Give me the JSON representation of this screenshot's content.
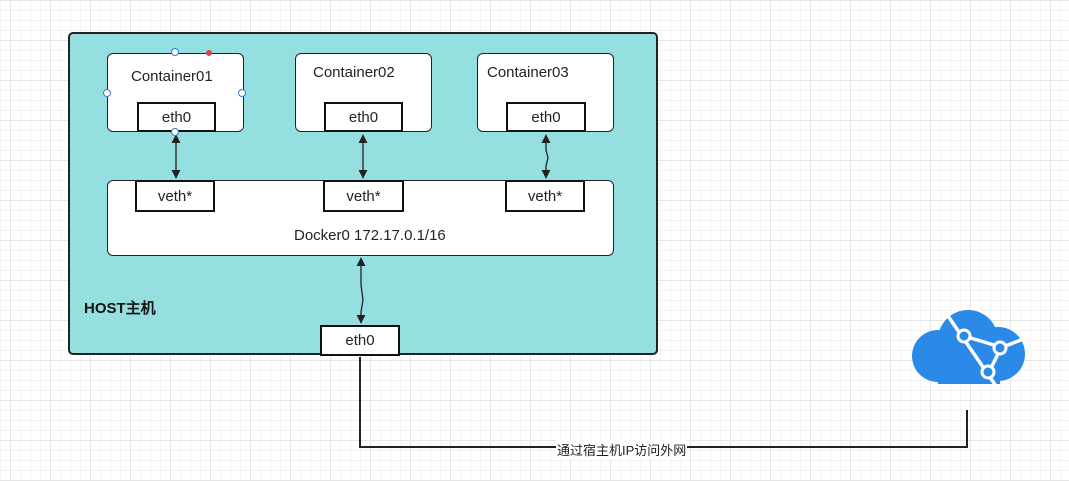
{
  "host": {
    "label": "HOST主机",
    "color": "#96dfe0"
  },
  "containers": [
    {
      "name": "Container01",
      "port": "eth0"
    },
    {
      "name": "Container02",
      "port": "eth0"
    },
    {
      "name": "Container03",
      "port": "eth0"
    }
  ],
  "bridge": {
    "label": "Docker0 172.17.0.1/16",
    "ports": [
      "veth*",
      "veth*",
      "veth*"
    ]
  },
  "host_port": "eth0",
  "network_link_label": "通过宿主机IP访问外网",
  "icons": {
    "internet": "cloud-network-icon"
  },
  "colors": {
    "cloud": "#2b8ae8",
    "selection_handle": "#3a7bd5"
  }
}
